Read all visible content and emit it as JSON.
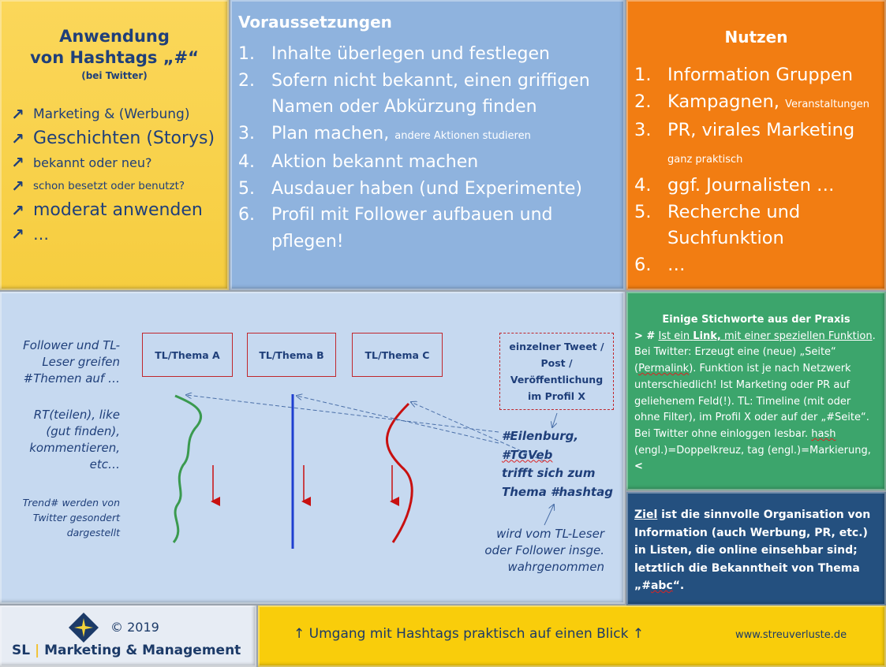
{
  "left_panel": {
    "title_line1": "Anwendung",
    "title_line2": "von Hashtags „#“",
    "subtitle": "(bei Twitter)",
    "items": [
      "Marketing & (Werbung)",
      "Geschichten (Storys)",
      "bekannt oder neu?",
      "schon besetzt oder benutzt?",
      "moderat anwenden",
      "…"
    ]
  },
  "prerequisites": {
    "title": "Voraussetzungen",
    "items": [
      {
        "n": "1.",
        "text": "Inhalte überlegen und festlegen",
        "small": ""
      },
      {
        "n": "2.",
        "text": "Sofern nicht bekannt, einen griffigen Namen oder Abkürzung finden",
        "small": ""
      },
      {
        "n": "3.",
        "text": "Plan machen,",
        "small": "andere Aktionen studieren"
      },
      {
        "n": "4.",
        "text": "Aktion bekannt machen",
        "small": ""
      },
      {
        "n": "5.",
        "text": "Ausdauer haben (und Experimente)",
        "small": ""
      },
      {
        "n": "6.",
        "text": "Profil mit Follower aufbauen und pflegen!",
        "small": ""
      }
    ]
  },
  "benefits": {
    "title": "Nutzen",
    "items": [
      {
        "n": "1.",
        "text": "Information Gruppen",
        "small": ""
      },
      {
        "n": "2.",
        "text": "Kampagnen,",
        "small": "Veranstaltungen"
      },
      {
        "n": "3.",
        "text": "PR, virales Marketing",
        "small": "ganz praktisch"
      },
      {
        "n": "4.",
        "text": "ggf. Journalisten …",
        "small": ""
      },
      {
        "n": "5.",
        "text": "Recherche und Suchfunktion",
        "small": ""
      },
      {
        "n": "6.",
        "text": "…",
        "small": ""
      }
    ]
  },
  "diagram": {
    "left_text1": "Follower  und TL-Leser greifen #Themen auf …",
    "left_text2": "RT(teilen), like (gut finden), kommentieren, etc…",
    "left_text3": "Trend# werden von Twitter gesondert dargestellt",
    "boxes": [
      "TL/Thema A",
      "TL/Thema B",
      "TL/Thema C"
    ],
    "tweet_box": "einzelner Tweet / Post / Veröffentlichung im Profil X",
    "hashtag_line1": "#Eilenburg,",
    "hashtag_line2": "#TGVeb",
    "hashtag_line3": "trifft sich zum",
    "hashtag_line4": "Thema #hashtag",
    "perceived": "wird vom TL-Leser oder Follower insge. wahrgenommen",
    "colors": {
      "a": "#3a9a4f",
      "b": "#1f3fd0",
      "c": "#c81010"
    }
  },
  "practice": {
    "title": "Einige Stichworte aus der Praxis",
    "prefix": "> #",
    "link_part1": "Ist ein",
    "link_bold": "Link,",
    "link_part2": "mit einer speziellen Funktion",
    "body1": ". Bei Twitter: Erzeugt eine (neue) „Seite“ (",
    "permalink": "Permalink",
    "body2": "). Funktion ist je nach Netzwerk unterschiedlich! Ist Marketing oder PR auf geliehenem Feld(!). TL: Timeline (mit oder ohne Filter), im Profil X oder auf der „#Seite“. Bei Twitter ohne einloggen lesbar. ",
    "hash": "hash",
    "body3": " (engl.)=Doppelkreuz, tag (engl.)=Markierung, ",
    "suffix": "<"
  },
  "goal": {
    "ziel": "Ziel",
    "text1": " ist die sinnvolle Organisation von Information (auch Werbung, PR, etc.) in Listen, die online einsehbar sind; letztlich die Bekanntheit von Thema „#",
    "abc": "abc",
    "text2": "“."
  },
  "footer": {
    "copyright": "© 2019",
    "brand_sl": "SL",
    "brand_rest": "Marketing & Management",
    "center": "↑ Umgang mit Hashtags praktisch auf einen Blick ↑",
    "website": "www.streuverluste.de"
  }
}
